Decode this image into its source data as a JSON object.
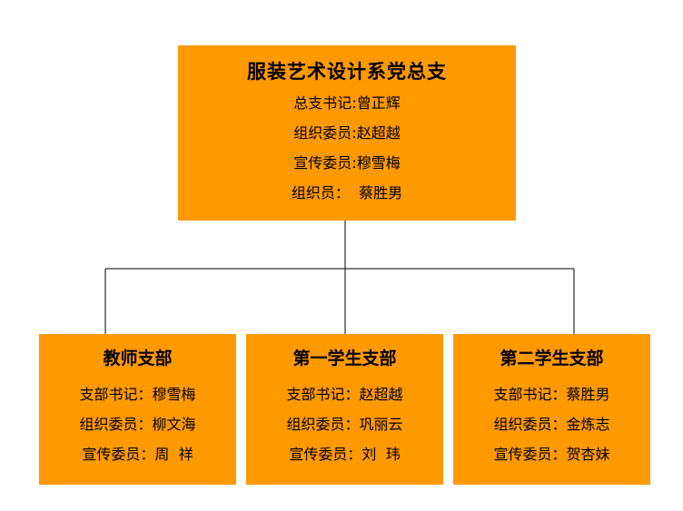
{
  "root": {
    "title": "服装艺术设计系党总支",
    "members": [
      "总支书记:曾正辉",
      "组织委员:赵超越",
      "宣传委员:穆雪梅",
      "组织员：  蔡胜男"
    ]
  },
  "branches": [
    {
      "title": "教师支部",
      "members": [
        "支部书记：穆雪梅",
        "组织委员：柳文海",
        "宣传委员：周  祥"
      ]
    },
    {
      "title": "第一学生支部",
      "members": [
        "支部书记：赵超越",
        "组织委员：巩丽云",
        "宣传委员：刘  玮"
      ]
    },
    {
      "title": "第二学生支部",
      "members": [
        "支部书记：蔡胜男",
        "组织委员：金炼志",
        "宣传委员：贺杏妹"
      ]
    }
  ],
  "colors": {
    "box_fill": "#FF9900",
    "line": "#000000"
  }
}
